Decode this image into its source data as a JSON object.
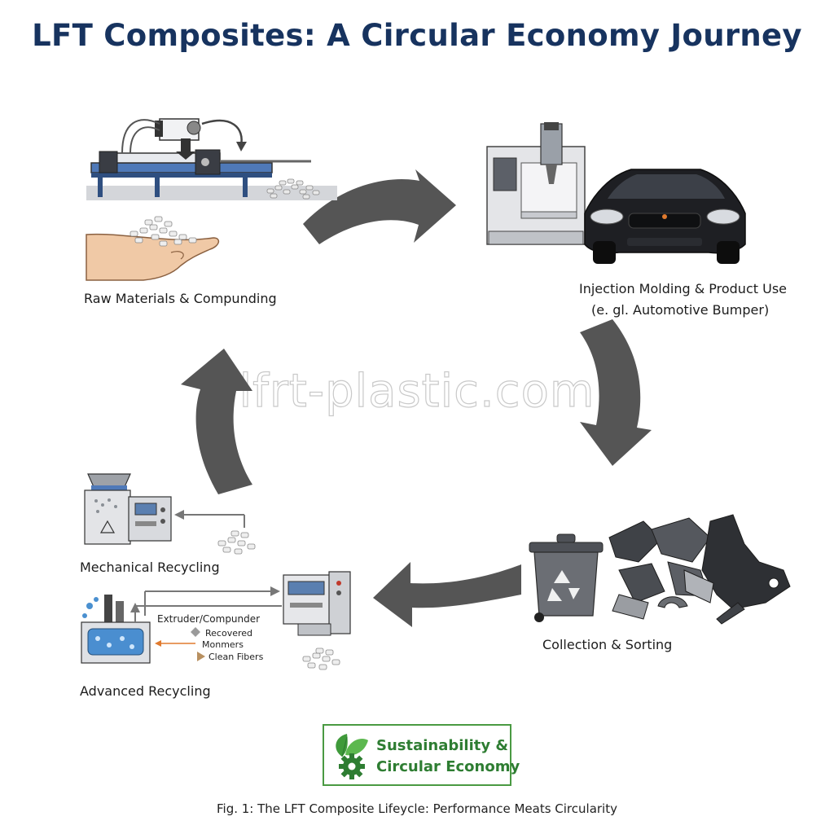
{
  "title": "LFT Composites: A Circular Economy Journey",
  "watermark": "lfrt-plastic.com",
  "stages": {
    "raw": "Raw Materials & Compunding",
    "molding_line1": "Injection Molding & Product Use",
    "molding_line2": "(e. gl. Automotive Bumper)",
    "collection": "Collection & Sorting",
    "mechanical": "Mechanical Recycling",
    "advanced": "Advanced Recycling"
  },
  "advanced_detail": {
    "extruder": "Extruder/Compunder",
    "recovered": "Recovered",
    "monomers": "Monmers",
    "fibers": "Clean Fibers"
  },
  "badge": {
    "line1": "Sustainability &",
    "line2": "Circular Economy"
  },
  "caption": "Fig. 1: The LFT Composite Lifeycle: Performance Meats Circularity",
  "colors": {
    "title": "#17335f",
    "arrow": "#555555",
    "badge_green": "#2e7d32",
    "accent_orange": "#e07a2e"
  },
  "icons": [
    "compounding-machine-icon",
    "pellets-icon",
    "hand-icon",
    "injection-molding-machine-icon",
    "car-icon",
    "recycle-bin-icon",
    "scrap-parts-icon",
    "shredder-icon",
    "recycling-reactor-icon",
    "extruder-icon",
    "leaf-gear-icon"
  ]
}
